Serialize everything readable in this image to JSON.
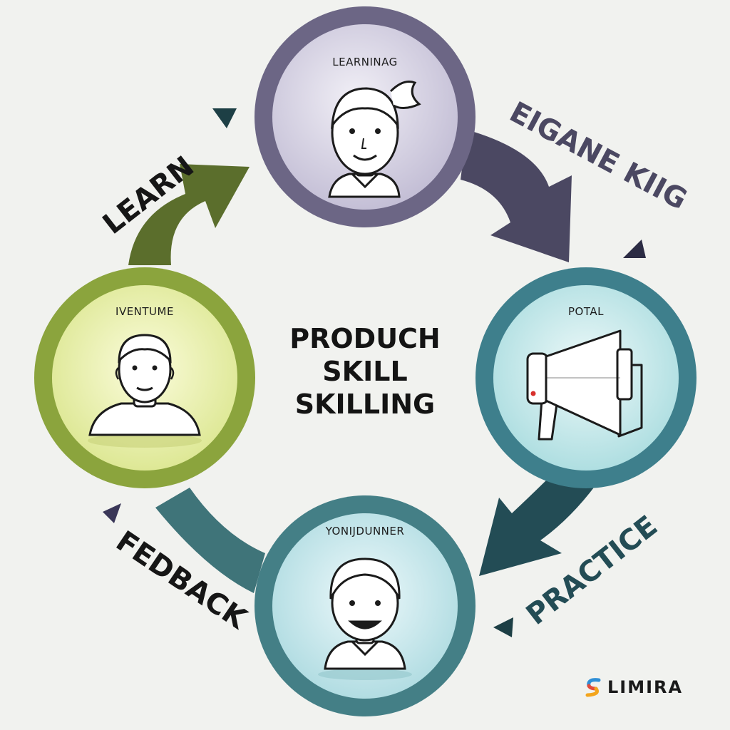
{
  "colors": {
    "background": "#f1f2ef",
    "top_ring": "#6c6685",
    "left_ring": "#8ba43d",
    "right_ring": "#3e7f8c",
    "bottom_ring": "#447f86",
    "arrow_learn": "#5b6e2c",
    "arrow_engage": "#4b4862",
    "arrow_practice": "#234c55",
    "arrow_feedback": "#3f7479"
  },
  "nodes": {
    "top": {
      "label": "LEARNINAG",
      "icon": "person-woman-icon"
    },
    "left": {
      "label": "IVENTUME",
      "icon": "person-man-icon"
    },
    "right": {
      "label": "POTAL",
      "icon": "megaphone-icon"
    },
    "bottom": {
      "label": "YONIJDUNNER",
      "icon": "person-smiling-icon"
    }
  },
  "curve_labels": {
    "learn": "LEARN",
    "engage": "EIGANE KIIG",
    "practice": "PRACTICE",
    "feedback": "FEDBACK"
  },
  "center": {
    "lines": [
      "PRODUCH",
      "SKILL",
      "SKILLING"
    ]
  },
  "brand": {
    "name": "LIMIRA",
    "icon": "limira-logo-icon"
  }
}
